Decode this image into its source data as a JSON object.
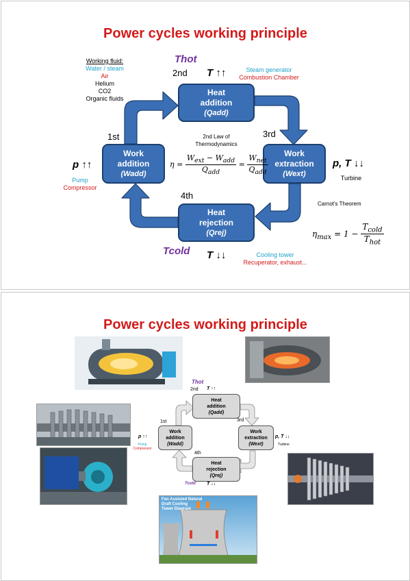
{
  "slide1": {
    "title": "Power cycles working principle",
    "working_fluid": {
      "heading": "Working fluid:",
      "items": [
        {
          "text": "Water / steam",
          "color": "#21a3c7"
        },
        {
          "text": "Air",
          "color": "#d21a1a"
        },
        {
          "text": "Helium",
          "color": "#000000"
        },
        {
          "text": "CO2",
          "color": "#000000"
        },
        {
          "text": "Organic fluids",
          "color": "#000000"
        }
      ]
    },
    "t_hot": "Thot",
    "t_cold": "Tcold",
    "t_up": "T ↑↑",
    "t_down": "T ↓↓",
    "p_up": "p ↑↑",
    "p_t_down": "p, T ↓↓",
    "ordinals": {
      "first": "1st",
      "second": "2nd",
      "third": "3rd",
      "fourth": "4th"
    },
    "boxes": {
      "heat_addition": [
        "Heat",
        "addition",
        "(Qadd)"
      ],
      "work_addition": [
        "Work",
        "addition",
        "(Wadd)"
      ],
      "work_extraction": [
        "Work",
        "extraction",
        "(Wext)"
      ],
      "heat_rejection": [
        "Heat",
        "rejection",
        "(Qrej)"
      ]
    },
    "labels": {
      "steam_generator": "Steam generator",
      "combustion_chamber": "Combustion Chamber",
      "pump": "Pump",
      "compressor": "Compressor",
      "turbine": "Turbine",
      "cooling_tower": "Cooling tower",
      "recuperator": "Recuperator, exhaust...",
      "second_law_1": "2nd Law of",
      "second_law_2": "Thermodynamics",
      "carnot": "Carnot's Theorem"
    },
    "colors": {
      "box": "#3b6fb5",
      "arrow": "#3b6fb5",
      "title": "#d21a1a",
      "cyan": "#21a3c7"
    }
  },
  "slide2": {
    "title": "Power cycles working principle",
    "t_hot": "Thot",
    "t_up": "T ↑↑",
    "t_down": "T ↓↓",
    "p_up": "p ↑↑",
    "p_t_down": "p, T ↓↓",
    "t_cold": "Tcold",
    "ordinals": {
      "first": "1st",
      "second": "2nd",
      "third": "3rd",
      "fourth": "4th"
    },
    "boxes": {
      "heat_addition": [
        "Heat",
        "addition",
        "(Qadd)"
      ],
      "work_addition": [
        "Work",
        "addition",
        "(Wadd)"
      ],
      "work_extraction": [
        "Work",
        "extraction",
        "(Wext)"
      ],
      "heat_rejection": [
        "Heat",
        "rejection",
        "(Qrej)"
      ]
    },
    "labels": {
      "pump": "Pump",
      "compressor": "Compressor",
      "turbine": "Turbine"
    },
    "photos": [
      {
        "name": "boiler-photo",
        "caption": "boiler cutaway"
      },
      {
        "name": "combustor-photo",
        "caption": "combustion chamber"
      },
      {
        "name": "compressor-rotor-photo",
        "caption": "compressor rotor"
      },
      {
        "name": "pump-photo",
        "caption": "pump"
      },
      {
        "name": "turbine-rotor-photo",
        "caption": "turbine rotor"
      },
      {
        "name": "cooling-tower-photo",
        "caption": "cooling tower"
      }
    ],
    "cooling_tower_caption": [
      "Fan Assisted Natural",
      "Draft Cooling",
      "Tower Diagram"
    ]
  }
}
